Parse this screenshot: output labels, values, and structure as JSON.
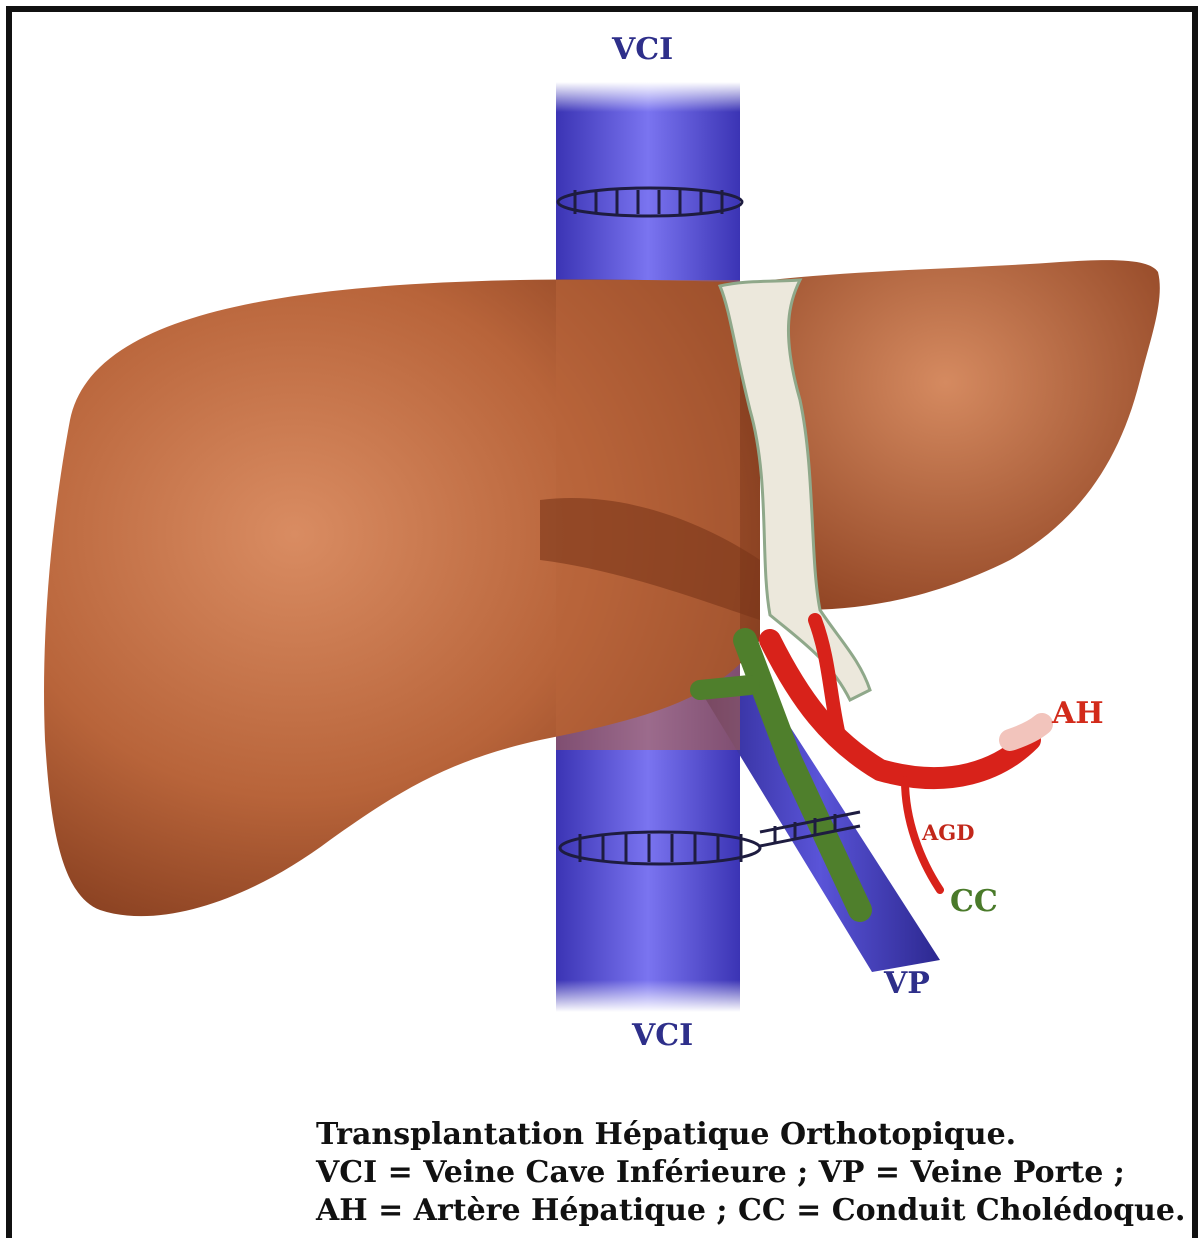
{
  "labels": {
    "vci_top": "VCI",
    "vci_bottom": "VCI",
    "vp": "VP",
    "cc": "CC",
    "agd": "AGD",
    "ah": "AH"
  },
  "caption": {
    "line1": "Transplantation Hépatique Orthotopique.",
    "line2": "VCI = Veine Cave Inférieure ; VP = Veine Porte ;",
    "line3": "AH = Artère Hépatique ; CC = Conduit Cholédoque."
  },
  "colors": {
    "liver": "#b8643a",
    "vein": "#4b45c8",
    "artery": "#d8221a",
    "bile_duct": "#4f7f2c",
    "ligament": "#ece8dc"
  }
}
